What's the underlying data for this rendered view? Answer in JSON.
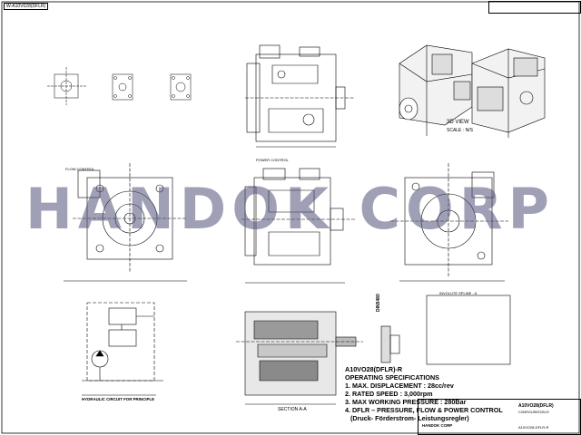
{
  "drawing": {
    "corner_id": "W-A10V028(DFLR)",
    "watermark": "HANDOK CORP",
    "view_3d_label": "3D VIEW",
    "view_3d_scale": "SCALE : N/S",
    "hydraulic_circuit_label": "HYDRAULIC CIRCUIT FOR PRINCIPLE",
    "section_label": "SECTION A-A",
    "din_label": "DIN5480",
    "spline_table_title": "INVOLUTE SPLINE - A",
    "flow_control_label": "FLOW CONTROL",
    "power_control_label": "POWER CONTROL"
  },
  "specs": {
    "model": "A10VO28(DFLR)-R",
    "heading": "OPERATING SPECIFICATIONS",
    "line1": "1. MAX. DISPLACEMENT : 28cc/rev",
    "line2": "2. RATED SPEED : 3,000rpm",
    "line3": "3. MAX WORKING PRESSURE : 280Bar",
    "line4": "4. DFLR – PRESSURE, FLOW & POWER CONTROL",
    "line5": "(Druck- Förderstrom- Leistungsregler)"
  },
  "title_block": {
    "part_name": "A10VO28(DFLR)",
    "description": "CONFIGURATION-R",
    "company": "HANDOK CORP",
    "drawing_no": "A10VO28-DFLR-R"
  },
  "colors": {
    "line": "#000000",
    "watermark": "#50507a"
  }
}
